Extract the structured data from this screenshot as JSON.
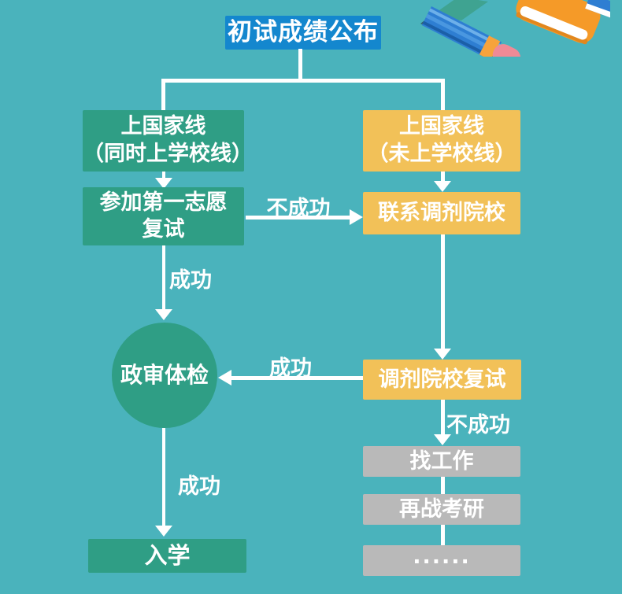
{
  "colors": {
    "background": "#4AB3BC",
    "title_blue": "#1487CE",
    "node_green": "#2F9E85",
    "node_yellow": "#F2C158",
    "node_gray": "#B9B9B9",
    "line_white": "#FFFFFF"
  },
  "title": {
    "label": "初试成绩公布"
  },
  "nodes": {
    "national_school_line": {
      "line1": "上国家线",
      "line2": "（同时上学校线）"
    },
    "national_line_only": {
      "line1": "上国家线",
      "line2": "（未上学校线）"
    },
    "first_choice_retest": {
      "line1": "参加第一志愿",
      "line2": "复试"
    },
    "contact_adjust_school": {
      "label": "联系调剂院校"
    },
    "political_review_physical": {
      "label": "政审体检"
    },
    "adjust_school_retest": {
      "label": "调剂院校复试"
    },
    "find_job": {
      "label": "找工作"
    },
    "retake_exam": {
      "label": "再战考研"
    },
    "ellipsis": {
      "label": "......"
    },
    "enroll": {
      "label": "入学"
    }
  },
  "edge_labels": {
    "first_retest_fail": "不成功",
    "first_retest_success": "成功",
    "adjust_retest_success": "成功",
    "adjust_retest_fail": "不成功",
    "review_success": "成功"
  },
  "decoration": {
    "icons": [
      "pencil-icon",
      "marker-icon",
      "orange-book-icon",
      "blue-book-icon"
    ]
  }
}
